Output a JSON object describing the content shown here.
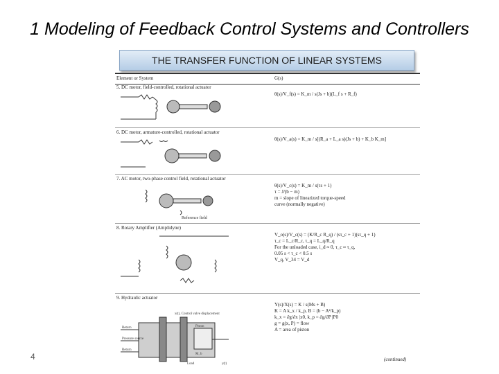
{
  "slide": {
    "title": "1 Modeling of Feedback Control Systems and Controllers",
    "banner": "THE TRANSFER FUNCTION OF LINEAR SYSTEMS",
    "page_number": "4"
  },
  "table": {
    "col_element": "Element or System",
    "col_g": "G(s)",
    "continued": "(continued)",
    "sections": [
      {
        "title": "5. DC motor, field-controlled, rotational actuator",
        "equations": [
          "θ(s)/V_f(s) = K_m / s(Js + b)(L_f s + R_f)"
        ]
      },
      {
        "title": "6. DC motor, armature-controlled, rotational actuator",
        "equations": [
          "θ(s)/V_a(s) = K_m / s[(R_a + L_a s)(Js + b) + K_b K_m]"
        ]
      },
      {
        "title": "7. AC motor, two-phase control field, rotational actuator",
        "figure_label": "Reference field",
        "equations": [
          "θ(s)/V_c(s) = K_m / s(τs + 1)",
          "τ = J/(b − m)",
          "m = slope of linearized torque-speed",
          "curve (normally negative)"
        ]
      },
      {
        "title": "8. Rotary Amplifier (Amplidyne)",
        "equations": [
          "V_o(s)/V_c(s) = (K/R_c R_q) / (sτ_c + 1)(sτ_q + 1)",
          "τ_c = L_c/R_c,   τ_q = L_q/R_q",
          "For the unloaded case, i_d ≈ 0, τ_c ≈ τ_q,",
          "0.05 s < τ_c < 0.5 s",
          "V_q, V_34 = V_d"
        ]
      },
      {
        "title": "9. Hydraulic actuator",
        "figure_labels": [
          "x(t), Control valve displacement",
          "Return",
          "Pressure source",
          "Return",
          "Piston",
          "M, b",
          "Load",
          "y(t)"
        ],
        "equations": [
          "Y(s)/X(s) = K / s(Ms + B)",
          "K = A k_x / k_p,   B = (b − A²/k_p)",
          "k_x = ∂g/∂x |x0,   k_p = ∂g/∂P |P0",
          "g = g(x, P) = flow",
          "A = area of piston"
        ]
      }
    ]
  }
}
